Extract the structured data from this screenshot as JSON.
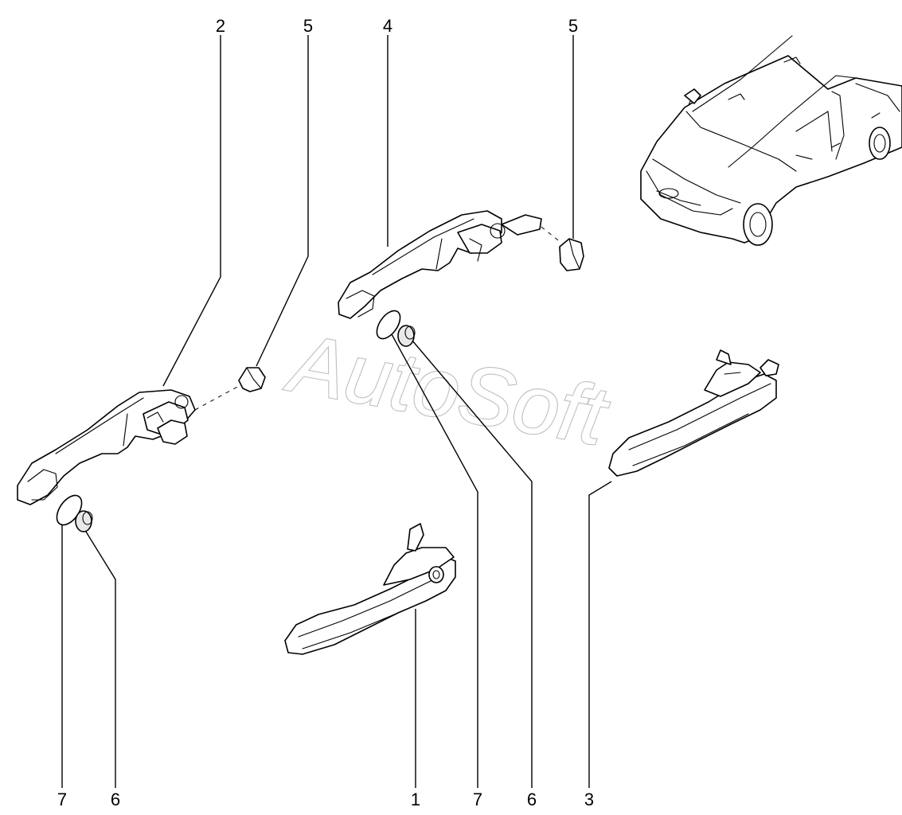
{
  "diagram": {
    "watermark": "AutoSoft",
    "callouts": {
      "top": [
        "2",
        "5",
        "4",
        "5"
      ],
      "bottom": [
        "7",
        "6",
        "1",
        "7",
        "6",
        "3"
      ]
    }
  }
}
